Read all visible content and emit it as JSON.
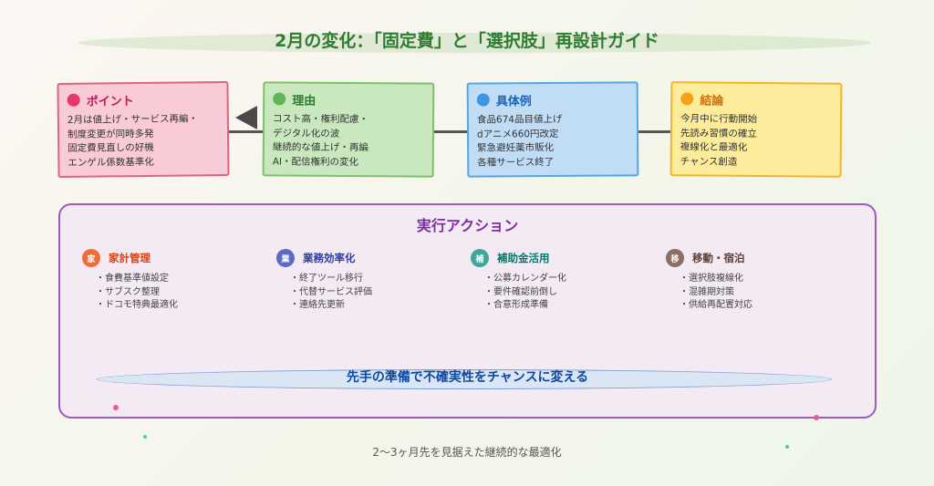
{
  "title": "2月の変化：「固定費」と「選択肢」再設計ガイド",
  "cards": [
    {
      "heading": "ポイント",
      "lines": [
        "2月は値上げ・サービス再編・",
        "制度変更が同時多発",
        "固定費見直しの好機",
        "エンゲル係数基準化"
      ]
    },
    {
      "heading": "理由",
      "lines": [
        "コスト高・権利配慮・",
        "デジタル化の波",
        "継続的な値上げ・再編",
        "AI・配信権利の変化"
      ]
    },
    {
      "heading": "具体例",
      "lines": [
        "食品674品目値上げ",
        "dアニメ660円改定",
        "緊急避妊薬市販化",
        "各種サービス終了"
      ]
    },
    {
      "heading": "結論",
      "lines": [
        "今月中に行動開始",
        "先読み習慣の確立",
        "複線化と最適化",
        "チャンス創造"
      ]
    }
  ],
  "actions": {
    "title": "実行アクション",
    "groups": [
      {
        "badge": "家",
        "title": "家計管理",
        "items": [
          "・食費基準値設定",
          "・サブスク整理",
          "・ドコモ特典最適化"
        ]
      },
      {
        "badge": "業",
        "title": "業務効率化",
        "items": [
          "・終了ツール移行",
          "・代替サービス評価",
          "・連絡先更新"
        ]
      },
      {
        "badge": "補",
        "title": "補助金活用",
        "items": [
          "・公募カレンダー化",
          "・要件確認前倒し",
          "・合意形成準備"
        ]
      },
      {
        "badge": "移",
        "title": "移動・宿泊",
        "items": [
          "・選択肢複線化",
          "・混雑期対策",
          "・供給再配置対応"
        ]
      }
    ],
    "banner": "先手の準備で不確実性をチャンスに変える"
  },
  "footer": "2〜3ヶ月先を見据えた継続的な最適化",
  "colors": {
    "title": "#2e7d32",
    "pink": "#f8cbd7",
    "green": "#c9e8bf",
    "blue": "#c1ddf6",
    "yellow": "#fcec9b",
    "action_border": "#9c5bc0"
  }
}
